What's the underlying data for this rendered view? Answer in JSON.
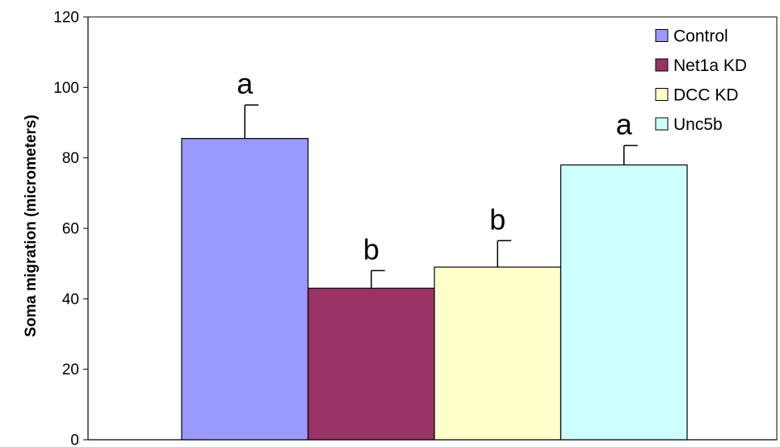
{
  "chart_data": {
    "type": "bar",
    "title": "",
    "xlabel": "",
    "ylabel": "Soma migration (micrometers)",
    "ylim": [
      0,
      120
    ],
    "yticks": [
      0,
      20,
      40,
      60,
      80,
      100,
      120
    ],
    "grid": false,
    "legend_position": "top-right",
    "series": [
      {
        "name": "Control",
        "value": 85.5,
        "error": 9.5,
        "label": "a",
        "color": "#9999ff"
      },
      {
        "name": "Net1a KD",
        "value": 43,
        "error": 5,
        "label": "b",
        "color": "#993366"
      },
      {
        "name": "DCC KD",
        "value": 49,
        "error": 7.5,
        "label": "b",
        "color": "#ffffcc"
      },
      {
        "name": "Unc5b",
        "value": 78,
        "error": 5.5,
        "label": "a",
        "color": "#ccffff"
      }
    ]
  }
}
